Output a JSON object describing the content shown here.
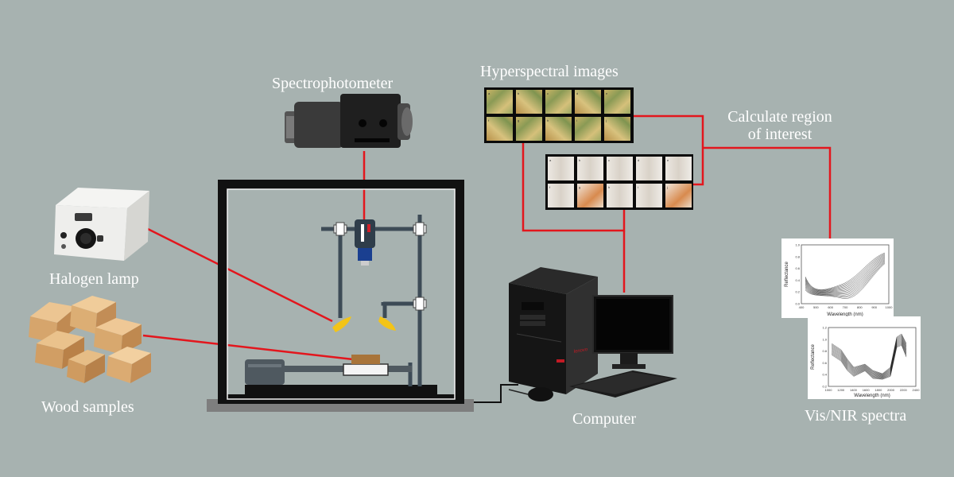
{
  "labels": {
    "spectrophotometer": "Spectrophotometer",
    "hyperspectral": "Hyperspectral images",
    "calculate_line1": "Calculate region",
    "calculate_line2": "of interest",
    "halogen_lamp": "Halogen lamp",
    "wood_samples": "Wood samples",
    "computer": "Computer",
    "spectra": "Vis/NIR spectra"
  },
  "image_tiles": {
    "raw_row1": [
      "a",
      "b",
      "c",
      "d",
      "e"
    ],
    "raw_row2": [
      "f",
      "g",
      "h",
      "i",
      "j"
    ],
    "roi_row1": [
      "a",
      "b",
      "c",
      "d",
      "e"
    ],
    "roi_row2": [
      "f",
      "g",
      "h",
      "i",
      "j"
    ]
  },
  "monitor_brand": "lenovo",
  "spectra_plot_1": {
    "ylabel": "Reflectance",
    "xlabel": "Wavelength (nm)",
    "yticks": [
      "1.0",
      "0.8",
      "0.6",
      "0.4",
      "0.2",
      "0.0"
    ],
    "xticks": [
      "400",
      "500",
      "600",
      "700",
      "800",
      "900",
      "1000"
    ]
  },
  "spectra_plot_2": {
    "ylabel": "Reflectance",
    "xlabel": "Wavelength (nm)",
    "yticks": [
      "1.2",
      "1.0",
      "0.8",
      "0.6",
      "0.4",
      "0.2"
    ],
    "xticks": [
      "1000",
      "1200",
      "1400",
      "1600",
      "1800",
      "2000",
      "2200",
      "2400"
    ]
  },
  "colors": {
    "background": "#a7b2b0",
    "connector": "#e3161d",
    "frame": "#111111"
  }
}
